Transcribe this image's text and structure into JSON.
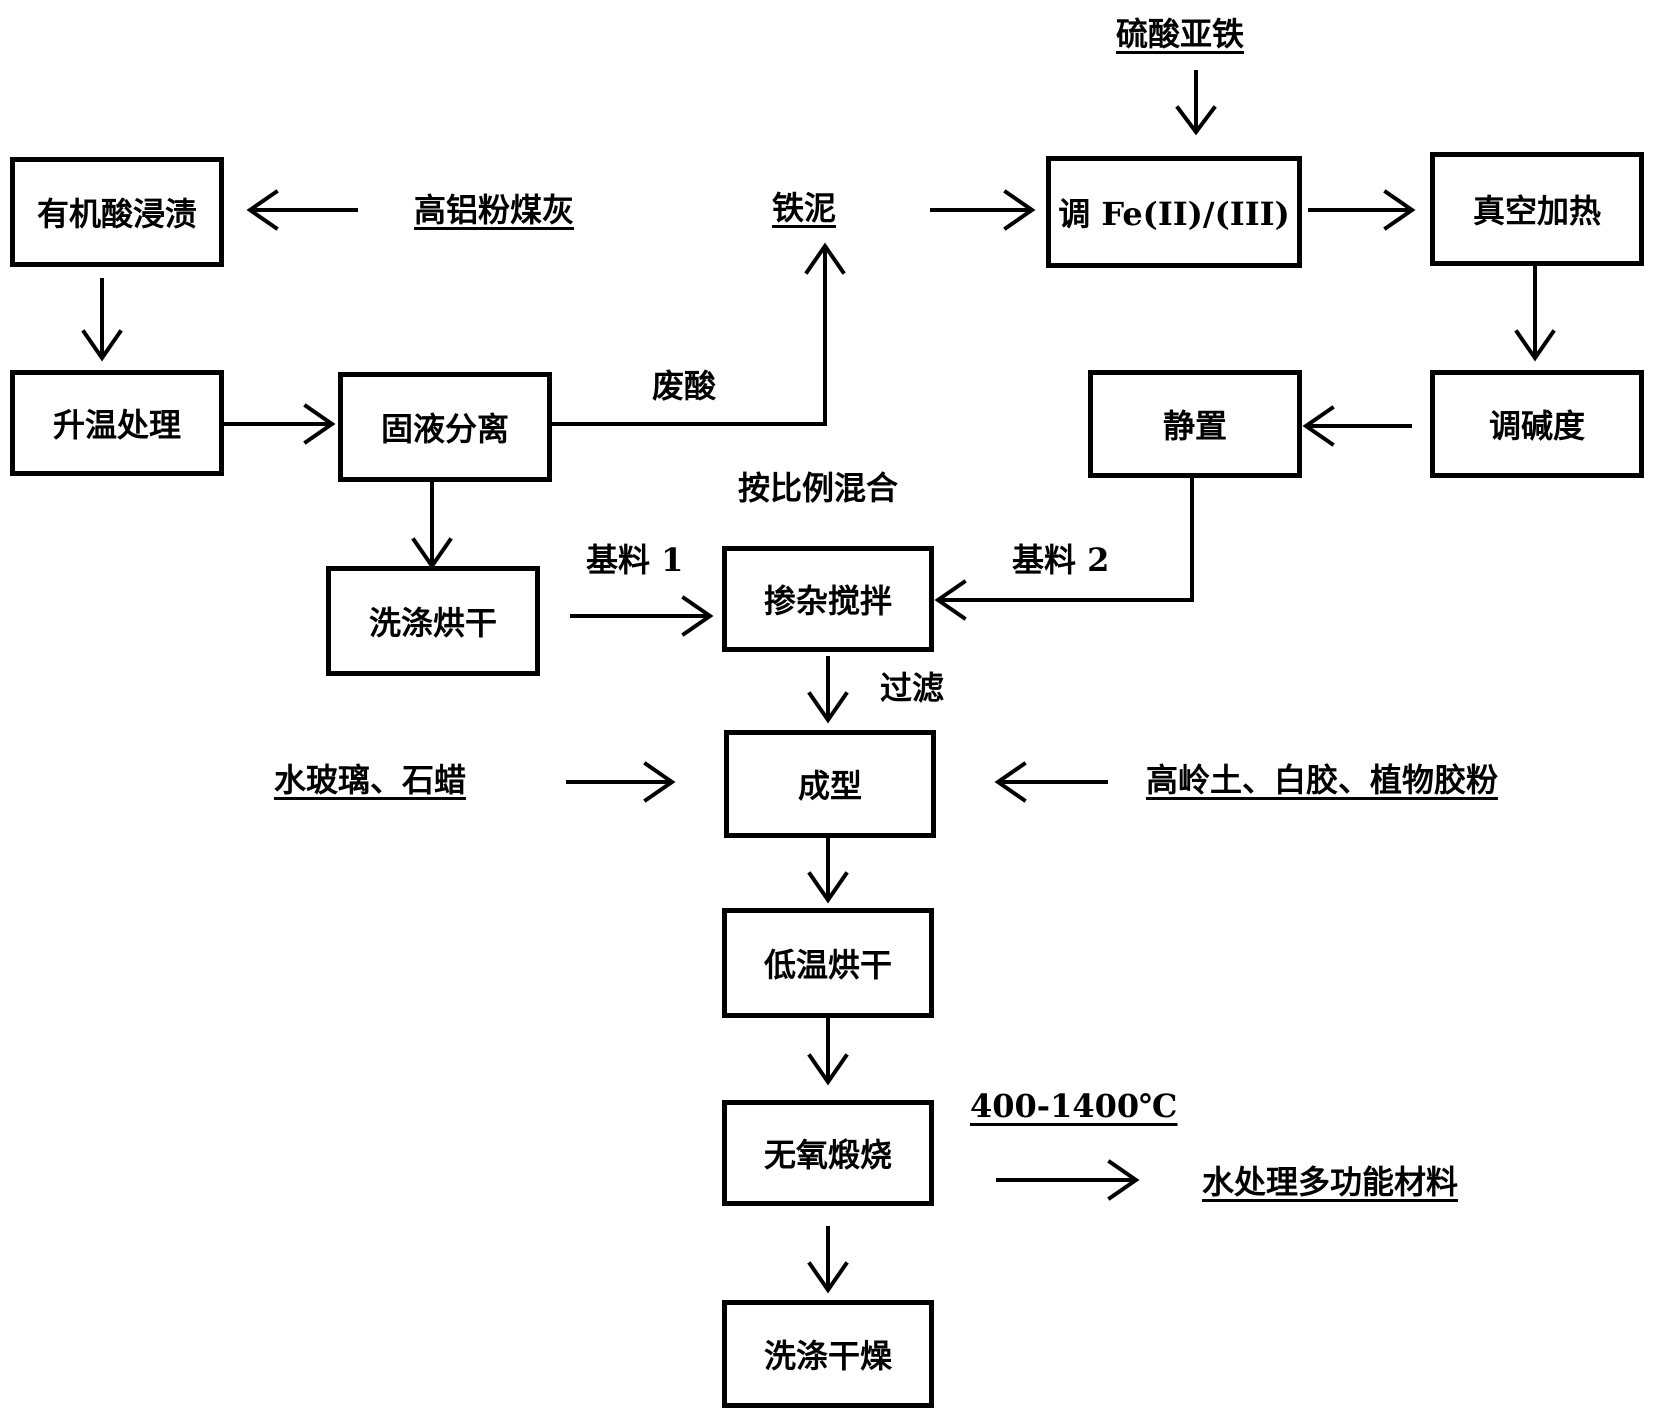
{
  "boxes": {
    "organic_acid_leach": "有机酸浸渍",
    "heat_treatment": "升温处理",
    "solid_liquid_separation": "固液分离",
    "wash_dry": "洗涤烘干",
    "adjust_fe": "调 Fe(II)/(III)",
    "vacuum_heat": "真空加热",
    "adjust_alkalinity": "调碱度",
    "stand": "静置",
    "doping_stir": "掺杂搅拌",
    "forming": "成型",
    "low_temp_dry": "低温烘干",
    "anaerobic_calcination": "无氧煅烧",
    "wash_dry_final": "洗涤干燥"
  },
  "labels": {
    "ferrous_sulfate": "硫酸亚铁",
    "high_al_fly_ash": "高铝粉煤灰",
    "iron_sludge": "铁泥",
    "waste_acid": "废酸",
    "mix_ratio": "按比例混合",
    "base_1": "基料 1",
    "base_2": "基料 2",
    "filter": "过滤",
    "water_glass_paraffin": "水玻璃、石蜡",
    "kaolin_glue": "高岭土、白胶、植物胶粉",
    "temp_range": "400-1400℃",
    "product": "水处理多功能材料"
  }
}
